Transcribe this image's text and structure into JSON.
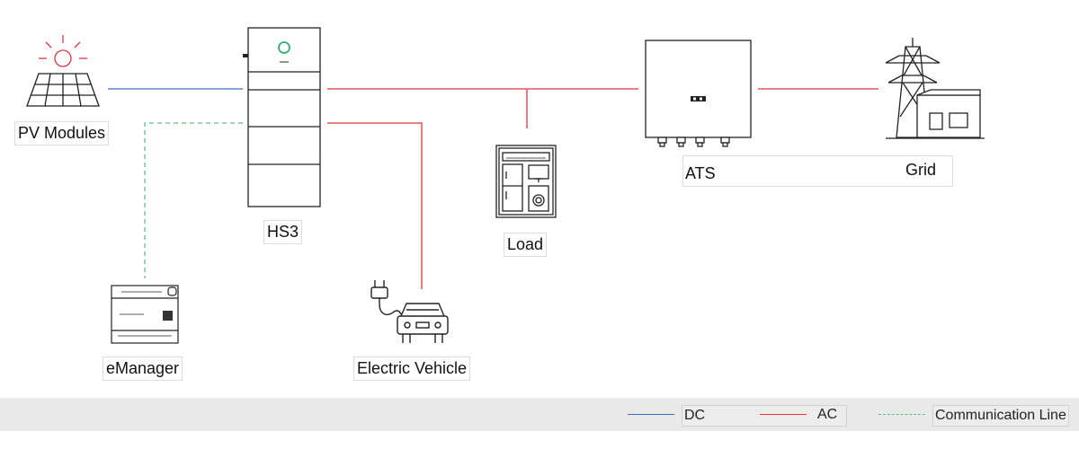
{
  "nodes": {
    "pv": {
      "label": "PV Modules"
    },
    "hs3": {
      "label": "HS3"
    },
    "emanager": {
      "label": "eManager"
    },
    "ev": {
      "label": "Electric Vehicle"
    },
    "load": {
      "label": "Load"
    },
    "ats": {
      "label": "ATS"
    },
    "grid": {
      "label": "Grid"
    }
  },
  "legend": {
    "dc": {
      "label": "DC",
      "color": "#3a6fc0"
    },
    "ac": {
      "label": "AC",
      "color": "#e8323a"
    },
    "comm": {
      "label": "Communication Line",
      "color": "#5fbf87"
    }
  },
  "colors": {
    "ink": "#222222",
    "accent": "#e8323a",
    "hs3_indicator": "#2db36b"
  },
  "icons": {
    "pv": "solar-panel-icon",
    "hs3": "battery-stack-icon",
    "emanager": "energy-manager-device-icon",
    "ev": "electric-car-plug-icon",
    "load": "household-appliances-icon",
    "ats": "transfer-switch-box-icon",
    "grid": "power-tower-building-icon"
  }
}
